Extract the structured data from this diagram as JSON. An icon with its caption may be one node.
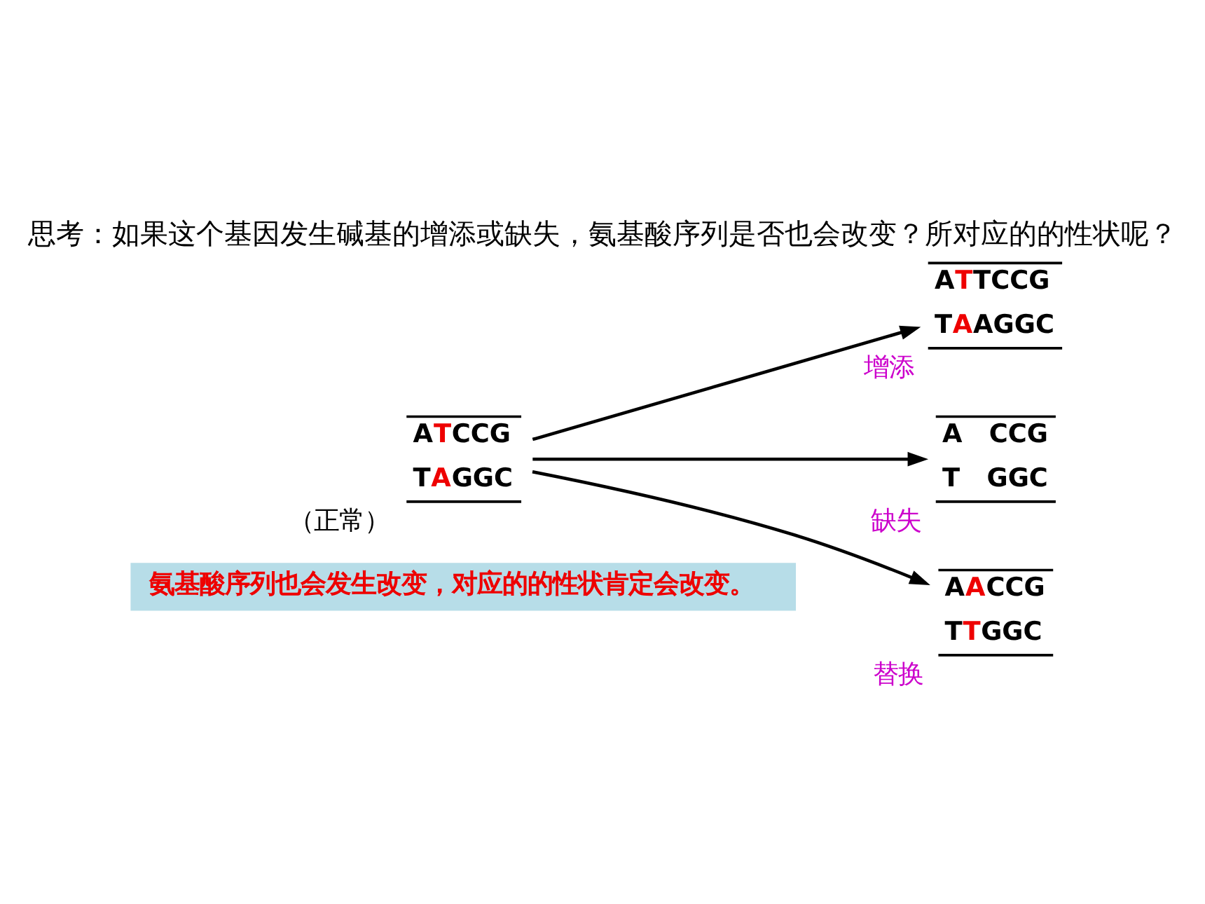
{
  "diagram": {
    "title": "思考：如果这个基因发生碱基的增添或缺失，氨基酸序列是否也会改变？所对应的的性状呢？",
    "nodes": [
      {
        "text": [
          "氨基酸序列也会发生改变，对应的的性状肯定会改变。"
        ]
      },
      {
        "text": [
          "ATCCG",
          "TAGGC",
          "（正常）"
        ]
      },
      {
        "text": [
          "ATTCCG",
          "TAAGGC",
          "增添"
        ]
      },
      {
        "text": [
          "A   CCG",
          "T   GGC",
          "缺失"
        ]
      },
      {
        "text": [
          "AACCG",
          "TTGGC",
          "替换"
        ]
      }
    ],
    "edges": [
      {
        "from": 1,
        "to": 2,
        "arrow": "to"
      },
      {
        "from": 1,
        "to": 3,
        "arrow": "to"
      },
      {
        "from": 1,
        "to": 4,
        "arrow": "to"
      }
    ]
  }
}
